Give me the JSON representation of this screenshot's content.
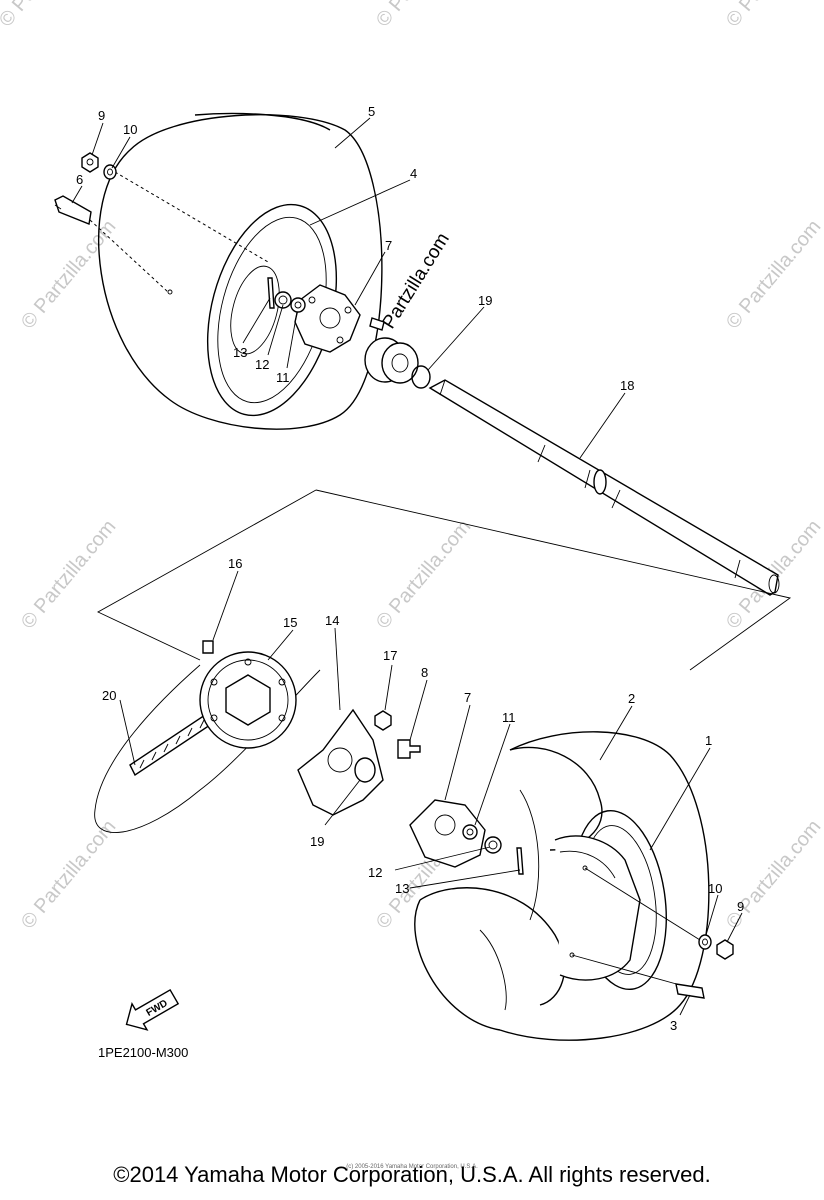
{
  "diagram": {
    "code": "1PE2100-M300",
    "fwd_label": "FWD",
    "brand_watermark": "Partzilla.com",
    "watermark_text": "© Partzilla.com",
    "callouts": {
      "c1": "1",
      "c2": "2",
      "c3": "3",
      "c4": "4",
      "c5": "5",
      "c6": "6",
      "c7a": "7",
      "c7b": "7",
      "c8": "8",
      "c9a": "9",
      "c9b": "9",
      "c10a": "10",
      "c10b": "10",
      "c11a": "11",
      "c11b": "11",
      "c12a": "12",
      "c12b": "12",
      "c13a": "13",
      "c13b": "13",
      "c14": "14",
      "c15": "15",
      "c16": "16",
      "c17": "17",
      "c18": "18",
      "c19a": "19",
      "c19b": "19",
      "c20": "20"
    }
  },
  "footer": {
    "copyright": "©2014 Yamaha Motor Corporation, U.S.A. All rights reserved.",
    "tiny": "(c) 2005-2016 Yamaha Motor Corporation, U.S.A."
  }
}
